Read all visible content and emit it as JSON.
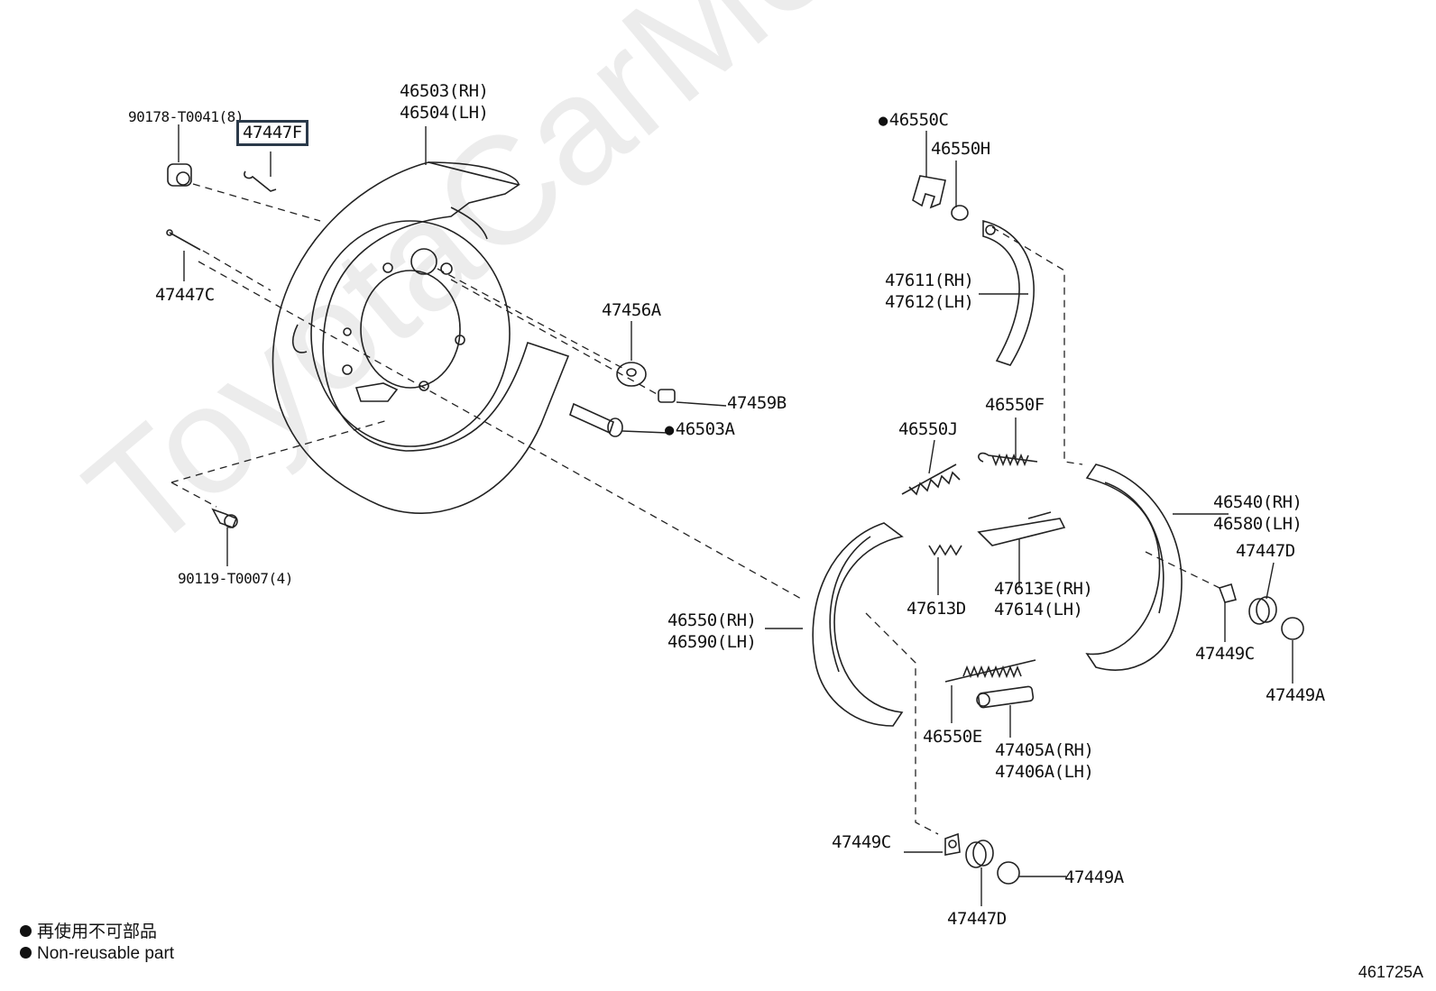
{
  "watermark": "ToyotaCarMe.ru",
  "figure_id": "461725A",
  "legend": {
    "jp": "再使用不可部品",
    "en": "Non-reusable part"
  },
  "labels": {
    "p90178": "90178-T0041(8)",
    "p47447F": "47447F",
    "p46503": "46503(RH)",
    "p46504": "46504(LH)",
    "p47447C": "47447C",
    "p47456A": "47456A",
    "p47459B": "47459B",
    "p46503A": "46503A",
    "p90119": "90119-T0007(4)",
    "p46550C": "46550C",
    "p46550H": "46550H",
    "p47611": "47611(RH)",
    "p47612": "47612(LH)",
    "p46550F": "46550F",
    "p46550J": "46550J",
    "p46540": "46540(RH)",
    "p46580": "46580(LH)",
    "p47447D_a": "47447D",
    "p47613D": "47613D",
    "p47613E": "47613E(RH)",
    "p47614": "47614(LH)",
    "p46550": "46550(RH)",
    "p46590": "46590(LH)",
    "p47449C_a": "47449C",
    "p47449A_a": "47449A",
    "p46550E": "46550E",
    "p47405A": "47405A(RH)",
    "p47406A": "47406A(LH)",
    "p47449C_b": "47449C",
    "p47449A_b": "47449A",
    "p47447D_b": "47447D"
  },
  "highlighted_part": "47447F",
  "non_reusable_parts": [
    "46550C",
    "46503A"
  ]
}
